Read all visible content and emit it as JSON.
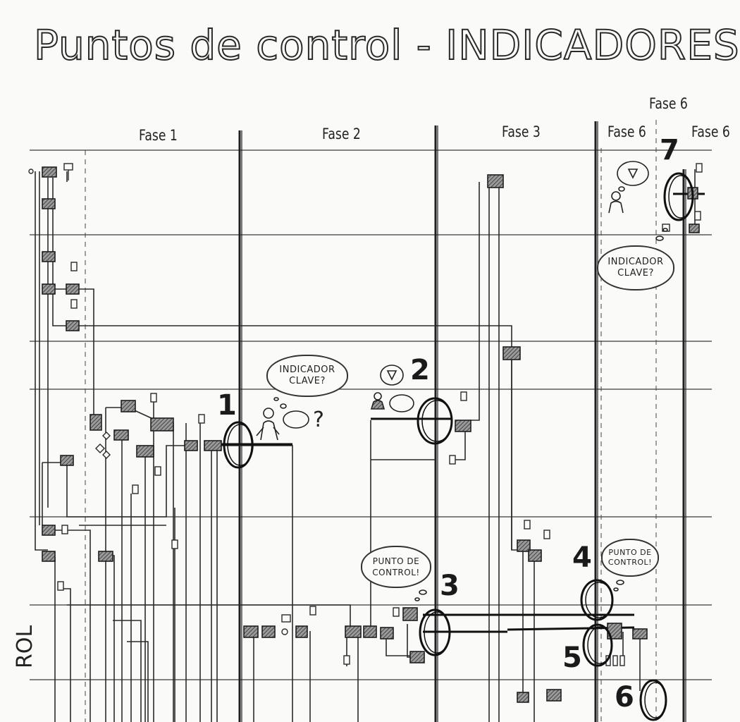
{
  "title": "Puntos de control - INDICADORES",
  "phases": [
    "Fase 1",
    "Fase 2",
    "Fase 3",
    "Fase 6",
    "Fase 6",
    "Fase 6"
  ],
  "role_label": "ROL",
  "checkpoints": [
    "1",
    "2",
    "3",
    "4",
    "5",
    "6",
    "7"
  ],
  "bubbles": {
    "indicator_left": "INDICADOR CLAVE?",
    "indicator_right": "INDICADOR CLAVE?",
    "control_left": "PUNTO DE CONTROL!",
    "control_right": "PUNTO DE CONTROL!"
  },
  "question_mark": "?",
  "colors": {
    "ink": "#222222",
    "paper": "#fafaf8",
    "hatch": "#555555"
  }
}
